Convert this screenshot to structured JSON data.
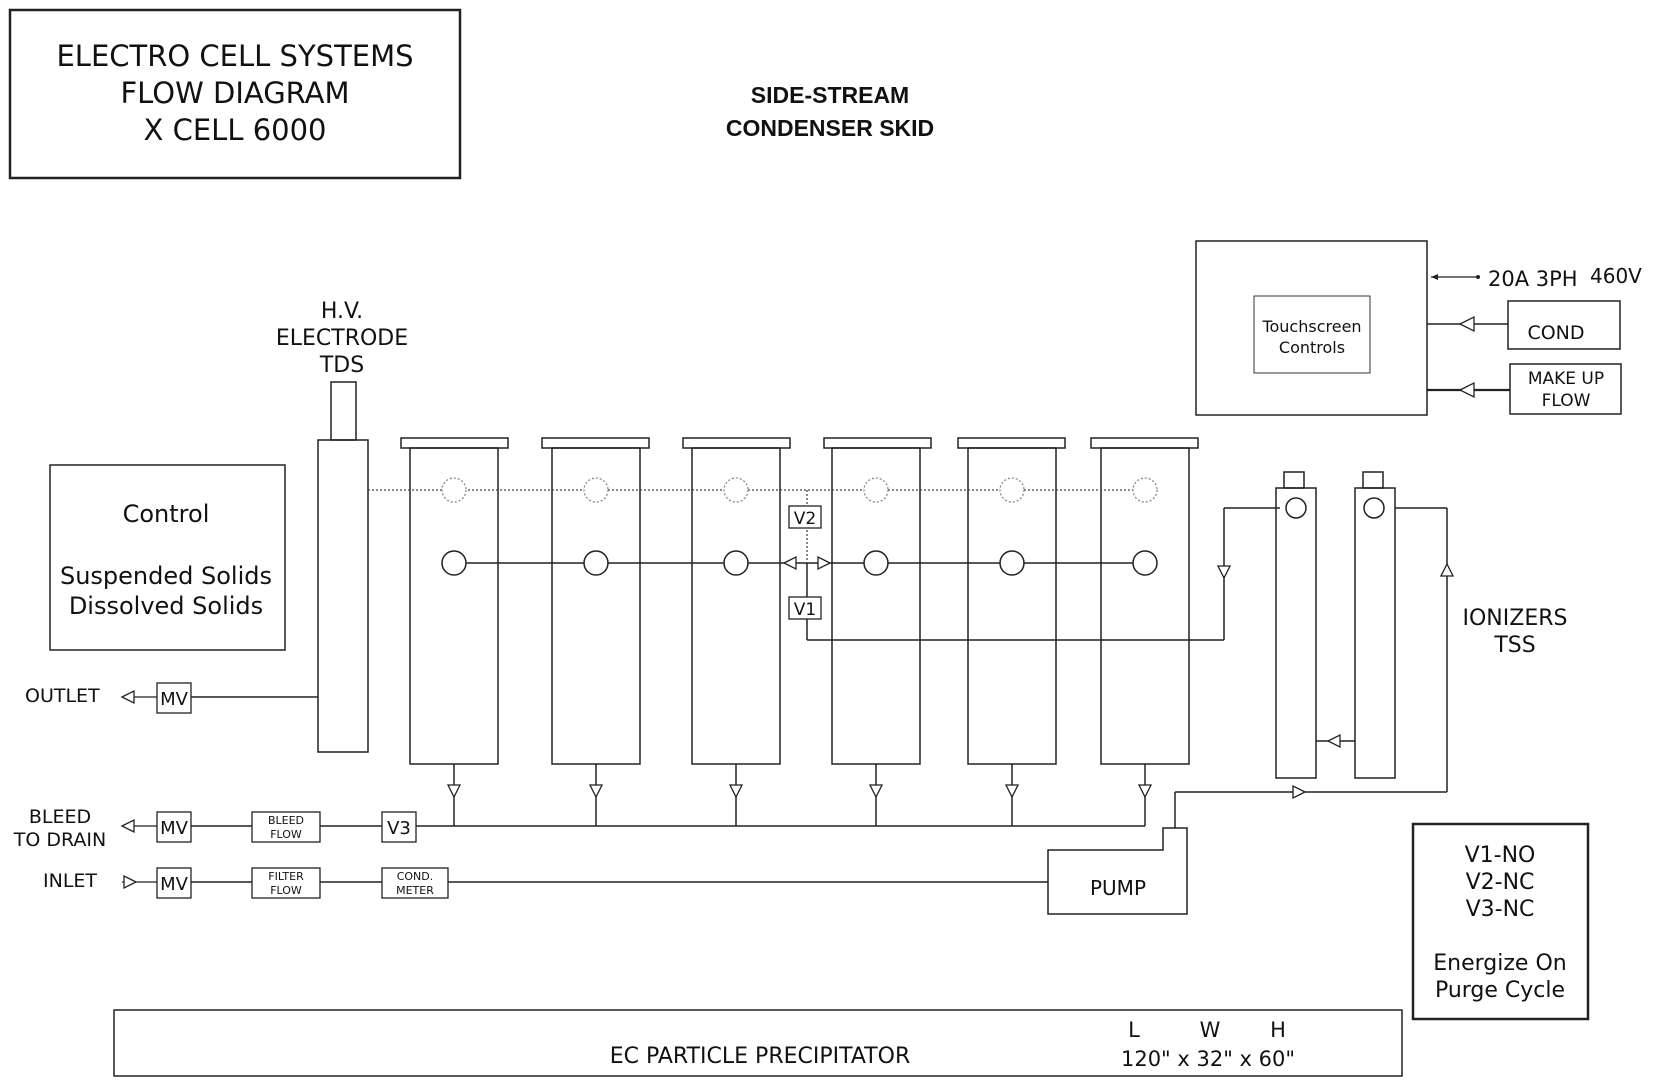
{
  "title_box": {
    "line1": "ELECTRO CELL SYSTEMS",
    "line2": "FLOW DIAGRAM",
    "line3": "X CELL 6000"
  },
  "subtitle": {
    "line1": "SIDE-STREAM",
    "line2": "CONDENSER SKID"
  },
  "hv_electrode": {
    "line1": "H.V.",
    "line2": "ELECTRODE",
    "line3": "TDS"
  },
  "control_box": {
    "title": "Control",
    "line1": "Suspended Solids",
    "line2": "Dissolved Solids"
  },
  "panel": {
    "inner_line1": "Touchscreen",
    "inner_line2": "Controls",
    "power_main": "20A 3PH",
    "power_volt": "460V",
    "cond": "COND",
    "makeup_line1": "MAKE UP",
    "makeup_line2": "FLOW"
  },
  "valves": {
    "v1": "V1",
    "v2": "V2",
    "v3": "V3",
    "mv": "MV"
  },
  "ionizers": {
    "line1": "IONIZERS",
    "line2": "TSS"
  },
  "lines": {
    "outlet": "OUTLET",
    "bleed_line1": "BLEED",
    "bleed_line2": "TO DRAIN",
    "inlet": "INLET"
  },
  "instruments": {
    "bleed_flow_line1": "BLEED",
    "bleed_flow_line2": "FLOW",
    "filter_flow_line1": "FILTER",
    "filter_flow_line2": "FLOW",
    "cond_meter_line1": "COND.",
    "cond_meter_line2": "METER",
    "pump": "PUMP"
  },
  "valve_states": {
    "line1": "V1-NO",
    "line2": "V2-NC",
    "line3": "V3-NC",
    "line4": "Energize On",
    "line5": "Purge Cycle"
  },
  "footer": {
    "name": "EC PARTICLE PRECIPITATOR",
    "dims_header_l": "L",
    "dims_header_w": "W",
    "dims_header_h": "H",
    "dims": "120\" x 32\" x 60\""
  }
}
